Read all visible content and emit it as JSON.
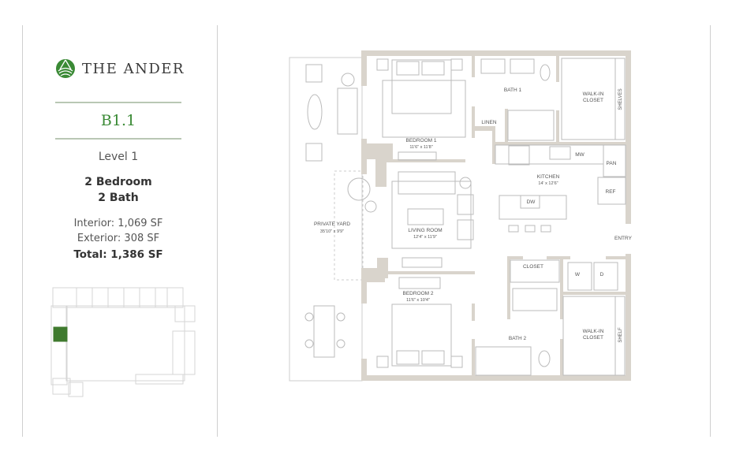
{
  "brand": {
    "name": "THE ANDER",
    "logo_icon": "leaf-globe-logo",
    "accent_color": "#3a8a35"
  },
  "unit": {
    "name": "B1.1",
    "level": "Level 1",
    "bedrooms": "2 Bedroom",
    "baths": "2 Bath",
    "interior": "Interior: 1,069 SF",
    "exterior": "Exterior: 308 SF",
    "total": "Total: 1,386 SF"
  },
  "keyplan": {
    "highlight_color": "#3f7a2e"
  },
  "floorplan": {
    "wall_color": "#d9d4cc",
    "rooms": {
      "bedroom1": {
        "name": "BEDROOM 1",
        "dims": "11'6\" x 11'8\""
      },
      "bath1": {
        "name": "BATH 1"
      },
      "walkin1": {
        "name1": "WALK-IN",
        "name2": "CLOSET",
        "shelves": "SHELVES"
      },
      "linen": {
        "name": "LINEN"
      },
      "kitchen": {
        "name": "KITCHEN",
        "dims": "14' x 12'6\"",
        "mw": "MW",
        "pan": "PAN",
        "ref": "REF",
        "dw": "DW"
      },
      "living": {
        "name": "LIVING ROOM",
        "dims": "12'4\" x 11'9\""
      },
      "yard": {
        "name": "PRIVATE YARD",
        "dims": "35'10\" x 9'9\""
      },
      "entry": {
        "name": "ENTRY"
      },
      "closet": {
        "name": "CLOSET"
      },
      "laundry": {
        "washer": "W",
        "dryer": "D"
      },
      "bedroom2": {
        "name": "BEDROOM 2",
        "dims": "11'6\" x 10'4\""
      },
      "bath2": {
        "name": "BATH 2"
      },
      "walkin2": {
        "name1": "WALK-IN",
        "name2": "CLOSET",
        "shelf": "SHELF"
      }
    }
  }
}
